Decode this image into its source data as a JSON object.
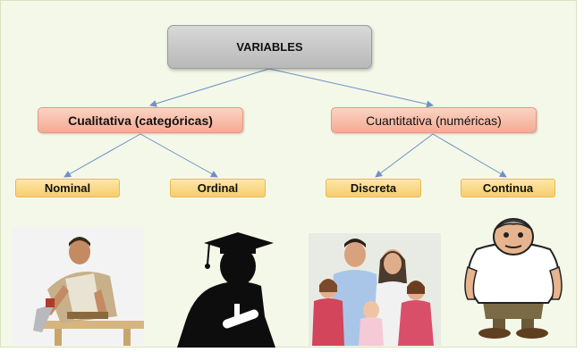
{
  "diagram": {
    "root": "VARIABLES",
    "categories": [
      {
        "label": "Cualitativa (categóricas)",
        "children": [
          "Nominal",
          "Ordinal"
        ]
      },
      {
        "label": "Cuantitativa (numéricas)",
        "children": [
          "Discreta",
          "Continua"
        ]
      }
    ],
    "line_color": "#6f8fc6"
  },
  "images": [
    {
      "icon": "carpenter-sawing-photo"
    },
    {
      "icon": "graduate-silhouette-icon"
    },
    {
      "icon": "family-photo"
    },
    {
      "icon": "overweight-cartoon-man-icon"
    }
  ]
}
